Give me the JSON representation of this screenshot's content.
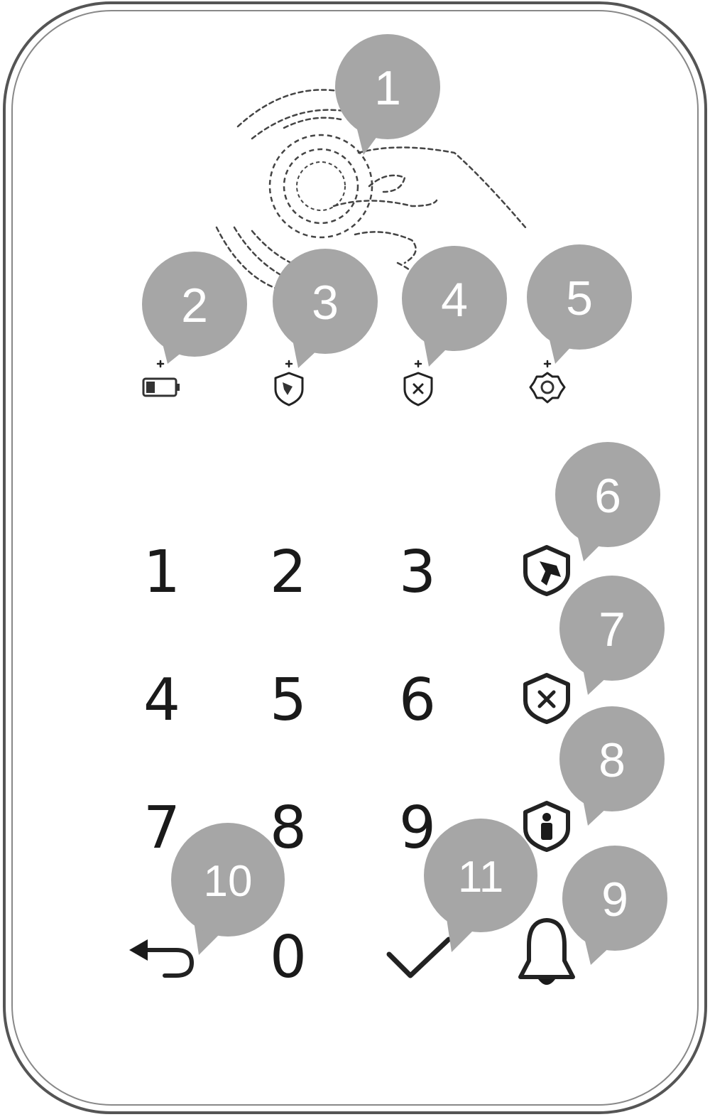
{
  "keypad": {
    "keys": [
      {
        "label": "1"
      },
      {
        "label": "2"
      },
      {
        "label": "3"
      },
      {
        "label": "4"
      },
      {
        "label": "5"
      },
      {
        "label": "6"
      },
      {
        "label": "7"
      },
      {
        "label": "8"
      },
      {
        "label": "9"
      },
      {
        "label": "0"
      }
    ],
    "function_icons": [
      "away-arm-icon",
      "disarm-icon",
      "home-arm-icon",
      "back-icon",
      "confirm-check-icon",
      "alarm-bell-icon"
    ],
    "indicator_icons": [
      "battery-low-icon",
      "arm-status-icon",
      "disarm-status-icon",
      "settings-gear-icon"
    ]
  },
  "callouts": [
    {
      "number": "1"
    },
    {
      "number": "2"
    },
    {
      "number": "3"
    },
    {
      "number": "4"
    },
    {
      "number": "5"
    },
    {
      "number": "6"
    },
    {
      "number": "7"
    },
    {
      "number": "8"
    },
    {
      "number": "9"
    },
    {
      "number": "10"
    },
    {
      "number": "11"
    }
  ],
  "colors": {
    "callout": "#a6a6a6",
    "callout_text": "#ffffff",
    "ink": "#1a1a1a"
  }
}
